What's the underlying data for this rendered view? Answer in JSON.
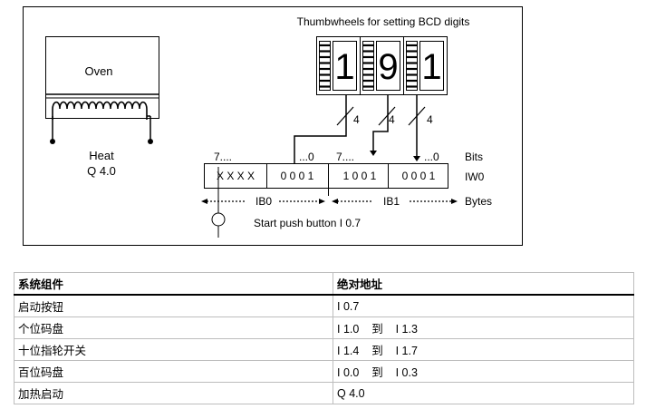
{
  "diagram": {
    "thumbwheels_title": "Thumbwheels for setting BCD digits",
    "oven_label": "Oven",
    "heat_label": "Heat",
    "heat_address": "Q 4.0",
    "digits": [
      "1",
      "9",
      "1"
    ],
    "wire_labels": [
      "4",
      "4",
      "4"
    ],
    "bits_top": {
      "b7a": "7....",
      "b0a": "...0",
      "b7b": "7....",
      "b0b": "...0"
    },
    "bits_label": "Bits",
    "word_cells": [
      "X X X X",
      "0 0 0 1",
      "1 0 0 1",
      "0 0 0 1"
    ],
    "word_label": "IW0",
    "byte0_label": "IB0",
    "byte1_label": "IB1",
    "bytes_label": "Bytes",
    "button_label": "Start push button I 0.7"
  },
  "table": {
    "headers": [
      "系统组件",
      "绝对地址"
    ],
    "rows": [
      [
        "启动按钮",
        "I 0.7"
      ],
      [
        "个位码盘",
        "I 1.0    到    I 1.3"
      ],
      [
        "十位指轮开关",
        "I 1.4    到    I 1.7"
      ],
      [
        "百位码盘",
        "I 0.0    到    I 0.3"
      ],
      [
        "加热启动",
        "Q 4.0"
      ]
    ]
  }
}
